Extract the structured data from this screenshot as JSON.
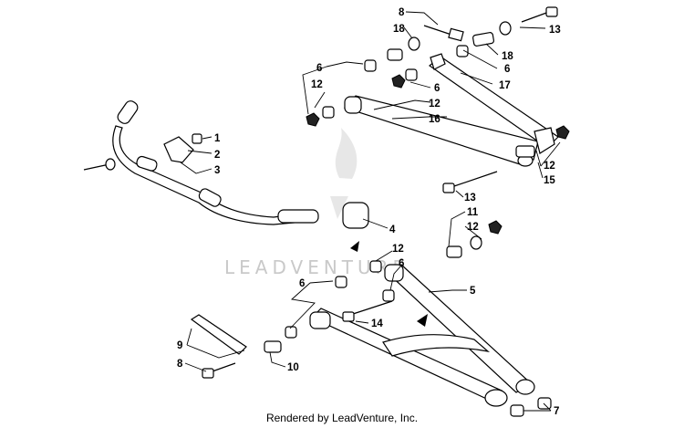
{
  "watermark": {
    "text": "LEADVENTURE",
    "color": "#c9c9c9"
  },
  "credit": "Rendered by LeadVenture, Inc.",
  "callouts": {
    "upper_8": "8",
    "upper_18_left": "18",
    "upper_13_top": "13",
    "upper_18_right": "18",
    "upper_6_right": "6",
    "upper_6_left": "6",
    "upper_12_left": "12",
    "upper_6_mid": "6",
    "upper_17": "17",
    "upper_12_mid": "12",
    "upper_16": "16",
    "upper_12_right": "12",
    "upper_15": "15",
    "upper_13_bottom": "13",
    "sway_1": "1",
    "sway_2": "2",
    "sway_3": "3",
    "sway_4": "4",
    "lower_11": "11",
    "lower_12_right": "12",
    "lower_12_mid": "12",
    "lower_6_right": "6",
    "lower_6_left": "6",
    "lower_5": "5",
    "lower_14": "14",
    "lower_9": "9",
    "lower_8": "8",
    "lower_10": "10",
    "lower_7": "7"
  },
  "icons": [
    "leadventure-flame-logo",
    "direction-arrow-icon"
  ]
}
